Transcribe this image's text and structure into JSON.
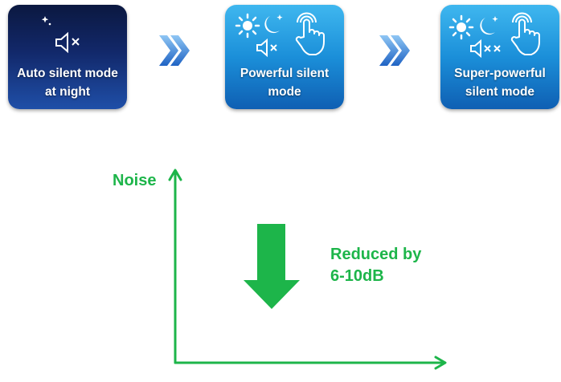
{
  "modes": [
    {
      "label": "Auto silent mode\nat night",
      "icons": [
        "moon-icon",
        "speaker-mute-icon"
      ]
    },
    {
      "label": "Powerful silent\nmode",
      "icons": [
        "sun-icon",
        "moon-icon",
        "speaker-mute-icon",
        "touch-hand-icon"
      ]
    },
    {
      "label": "Super-powerful\nsilent mode",
      "icons": [
        "sun-icon",
        "moon-icon",
        "speaker-double-mute-icon",
        "touch-hand-icon"
      ]
    }
  ],
  "chart": {
    "y_axis_label": "Noise",
    "annotation": "Reduced by\n6-10dB"
  },
  "colors": {
    "green": "#1db54a",
    "night_tile": "#12286a",
    "day_tile": "#1b8fd9",
    "chevron": "#2a77d0"
  }
}
